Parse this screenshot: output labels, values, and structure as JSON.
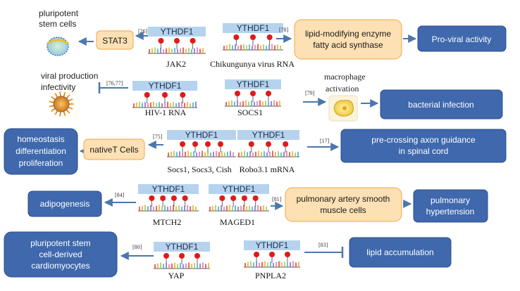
{
  "colors": {
    "dark_box_fill": "#3f68ad",
    "dark_box_stroke": "#2d4f8a",
    "light_box_fill": "#fde0b3",
    "light_box_stroke": "#f2a64a",
    "ythdf_band": "#b5d3ee",
    "arrow": "#4a77ad",
    "m6a_dot": "#e01a1a",
    "mrna_stripes": [
      "#d94a3a",
      "#f0a836",
      "#9ccc4f",
      "#3ab0d6",
      "#8f68c9",
      "#e678a6"
    ]
  },
  "ythdf_label": "YTHDF1",
  "modules": [
    {
      "gene": "JAK2",
      "ref": "[26]",
      "target": "STAT3",
      "outcome": "pluripotent stem cells"
    },
    {
      "gene": "Chikungunya virus RNA",
      "ref": "[78]",
      "target": "lipid-modifying enzyme fatty acid synthase",
      "outcome": "Pro-viral activity"
    },
    {
      "gene": "HIV-1 RNA",
      "ref": "[76,77]",
      "outcome": "viral production infectivity",
      "effect": "inhibition"
    },
    {
      "gene": "SOCS1",
      "ref": "[79]",
      "target": "macrophage activation",
      "outcome": "bacterial infection"
    },
    {
      "gene": "Socs1, Socs3,  Cish",
      "ref": "[75]",
      "target": "nativeT Cells",
      "outcome": "homeostasis differentiation proliferation"
    },
    {
      "gene": "Robo3.1 mRNA",
      "ref": "[17]",
      "outcome": "pre-crossing axon guidance in spinal cord"
    },
    {
      "gene": "MTCH2",
      "ref": "[84]",
      "outcome": "adipogenesis"
    },
    {
      "gene": "MAGED1",
      "ref": "[81]",
      "target": "pulmonary artery smooth muscle cells",
      "outcome": "pulmonary hypertension"
    },
    {
      "gene": "YAP",
      "ref": "[80]",
      "outcome": "pluripotent stem cell-derived cardiomyocytes"
    },
    {
      "gene": "PNPLA2",
      "ref": "[83]",
      "outcome": "lipid accumulation",
      "effect": "inhibition"
    }
  ],
  "labels": {
    "stem_line1": "pluripotent",
    "stem_line2": "stem cells",
    "stat3": "STAT3",
    "ref_jak2": "[26]",
    "jak2": "JAK2",
    "chik": "Chikungunya virus RNA",
    "ref_chik": "[78]",
    "lipid_line1": "lipid-modifying enzyme",
    "lipid_line2": "fatty acid synthase",
    "proviral": "Pro-viral activity",
    "viral_line1": "viral production",
    "viral_line2": "infectivity",
    "ref_hiv": "[76,77]",
    "hiv": "HIV-1 RNA",
    "socs1": "SOCS1",
    "ref_socs1": "[79]",
    "macro_line1": "macrophage",
    "macro_line2": "activation",
    "bacterial": "bacterial infection",
    "homeo_line1": "homeostasis",
    "homeo_line2": "differentiation",
    "homeo_line3": "proliferation",
    "nativet": "nativeT Cells",
    "ref_socs": "[75]",
    "socs_group": "Socs1, Socs3,  Cish",
    "robo": "Robo3.1 mRNA",
    "ref_robo": "[17]",
    "axon_line1": "pre-crossing axon guidance",
    "axon_line2": "in spinal cord",
    "adipo": "adipogenesis",
    "ref_mtch2": "[84]",
    "mtch2": "MTCH2",
    "maged1": "MAGED1",
    "ref_maged1": "[81]",
    "pasm_line1": "pulmonary artery smooth",
    "pasm_line2": "muscle cells",
    "ph_line1": "pulmonary",
    "ph_line2": "hypertension",
    "cardio_line1": "pluripotent stem",
    "cardio_line2": "cell-derived",
    "cardio_line3": "cardiomyocytes",
    "ref_yap": "[80]",
    "yap": "YAP",
    "pnpla2": "PNPLA2",
    "ref_pnpla2": "[83]",
    "lipid_acc": "lipid accumulation"
  }
}
